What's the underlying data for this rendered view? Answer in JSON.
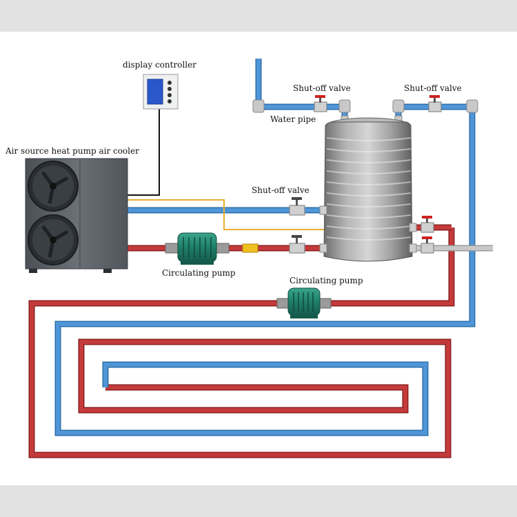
{
  "labels": {
    "display_controller": "display controller",
    "heat_pump": "Air source heat pump air cooler",
    "water_pipe": "Water pipe",
    "shutoff_valve_top_left": "Shut-off valve",
    "shutoff_valve_top_right": "Shut-off valve",
    "shutoff_valve_mid": "Shut-off valve",
    "circ_pump_1": "Circulating pump",
    "circ_pump_2": "Circulating pump"
  },
  "colors": {
    "background_band": "#e2e2e2",
    "hot_pipe": "#c43a3a",
    "hot_pipe_edge": "#8a1f1f",
    "cold_pipe": "#4f96d8",
    "cold_pipe_edge": "#2d6ea8",
    "signal_wire": "#e8b030",
    "control_wire": "#111111",
    "pump_body": "#1f7f6a",
    "tank": "#8c8c8c",
    "heat_pump_unit": "#5c6268"
  }
}
